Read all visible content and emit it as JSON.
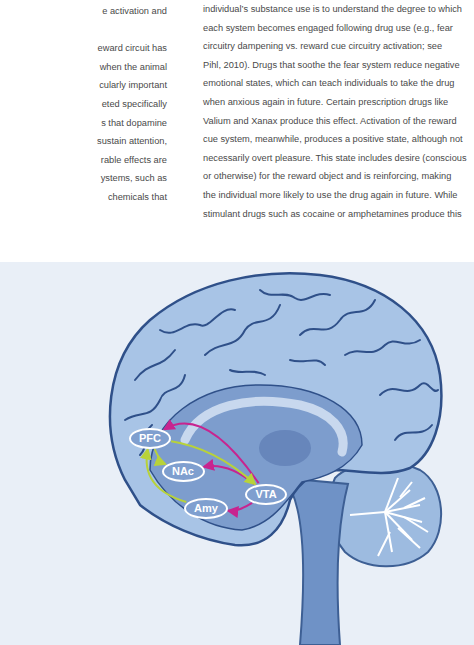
{
  "diagram": {
    "nodes": [
      {
        "text": [
          "PFC"
        ]
      },
      {
        "text": [
          "NAc"
        ]
      },
      {
        "text": [
          "Amy"
        ]
      },
      {
        "text": [
          "VTA"
        ]
      }
    ],
    "edges": [
      {
        "from": 3,
        "to": 0,
        "arrow": "to"
      },
      {
        "from": 3,
        "to": 1,
        "arrow": "to"
      },
      {
        "from": 3,
        "to": 2,
        "arrow": "to"
      },
      {
        "from": 0,
        "to": 1,
        "arrow": "to"
      },
      {
        "from": 0,
        "to": 3,
        "arrow": "to"
      },
      {
        "from": 2,
        "to": 0,
        "arrow": "to"
      }
    ],
    "labels": [
      "e activation and",
      "eward circuit has",
      "when the animal",
      "cularly important",
      "eted specifically",
      "s that dopamine",
      "sustain attention,",
      "rable effects are",
      "ystems, such as",
      "chemicals that",
      "individual’s substance use is to understand the degree to which",
      "each system becomes engaged following drug use (e.g., fear",
      "circuitry dampening vs. reward cue circuitry activation; see",
      "Pihl, 2010). Drugs that soothe the fear system reduce negative",
      "emotional states, which can teach individuals to take the drug",
      "when anxious again in future. Certain prescription drugs like",
      "Valium and Xanax produce this effect. Activation of the reward",
      "cue system, meanwhile, produces a positive state, although not",
      "necessarily overt pleasure. This state includes desire (conscious",
      "or otherwise) for the reward object and is reinforcing, making",
      "the individual more likely to use the drug again in future. While",
      "stimulant drugs such as cocaine or amphetamines produce this"
    ]
  }
}
